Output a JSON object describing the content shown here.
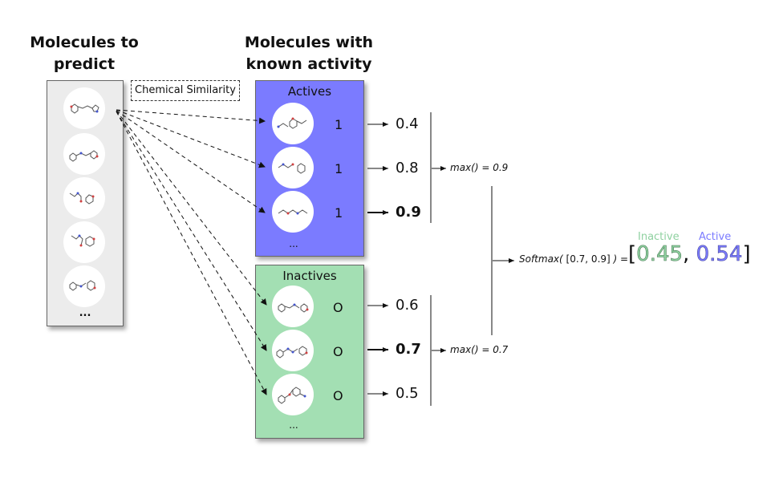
{
  "headings": {
    "predict": [
      "Molecules to",
      "predict"
    ],
    "known": [
      "Molecules with",
      "known activity"
    ]
  },
  "predict_panel": {
    "ellipsis": "..."
  },
  "similarity_label": "Chemical Similarity",
  "actives": {
    "title": "Actives",
    "labels": [
      "1",
      "1",
      "1"
    ],
    "scores": [
      "0.4",
      "0.8",
      "0.9"
    ],
    "max_index": 2,
    "ellipsis": "...",
    "max_text": "max() = 0.9"
  },
  "inactives": {
    "title": "Inactives",
    "labels": [
      "O",
      "O",
      "O"
    ],
    "scores": [
      "0.6",
      "0.7",
      "0.5"
    ],
    "max_index": 1,
    "ellipsis": "...",
    "max_text": "max() = 0.7"
  },
  "softmax": {
    "prefix": "Softmax(",
    "args": " [0.7, 0.9] ",
    "suffix": ") =",
    "inactive_label": "Inactive",
    "active_label": "Active",
    "open_bracket": "[",
    "inactive_value": "0.45",
    "comma": ",",
    "active_value": "0.54",
    "close_bracket": "]"
  },
  "colors": {
    "actives_fill": "#7b7bff",
    "inactives_fill": "#a3dfb3",
    "predict_fill": "#ececec",
    "inactive_text": "#8fd1a0",
    "active_text": "#7b7bff"
  },
  "icons": [
    "molecule-icon",
    "arrow-right-icon"
  ]
}
